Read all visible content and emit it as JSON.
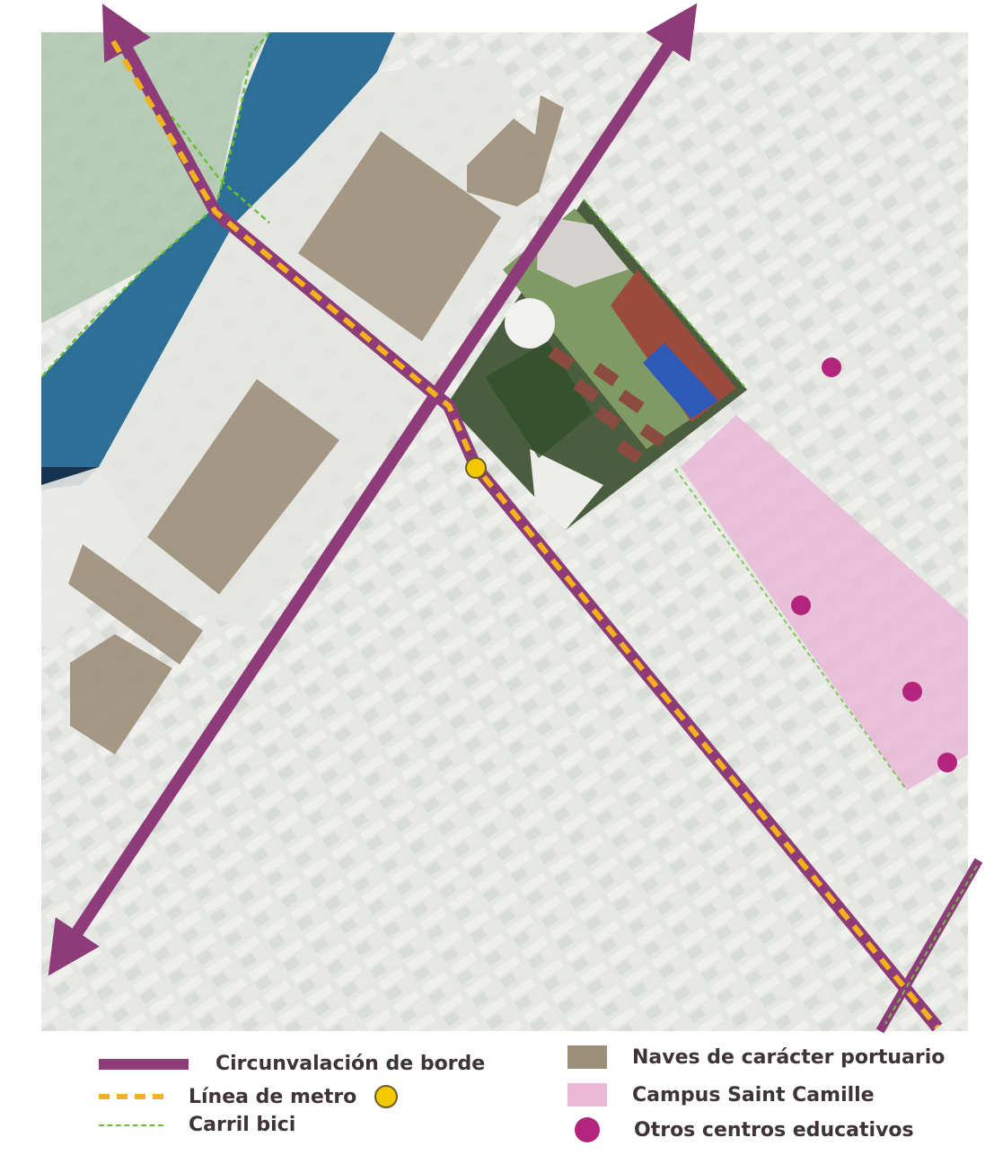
{
  "colors": {
    "ring_road": "#8e3c79",
    "metro": "#f3b11a",
    "bike": "#6abf3a",
    "port_warehouses": "#9c8f7a",
    "campus": "#e9b9d6",
    "education": "#b3247d",
    "water": "#2d6f96",
    "metro_station": "#f4c900"
  },
  "legend": {
    "ring_road": "Circunvalación de borde",
    "metro": "Línea de metro",
    "bike": "Carril bici",
    "port_warehouses": "Naves de carácter portuario",
    "campus": "Campus Saint Camille",
    "education": "Otros centros educativos"
  }
}
